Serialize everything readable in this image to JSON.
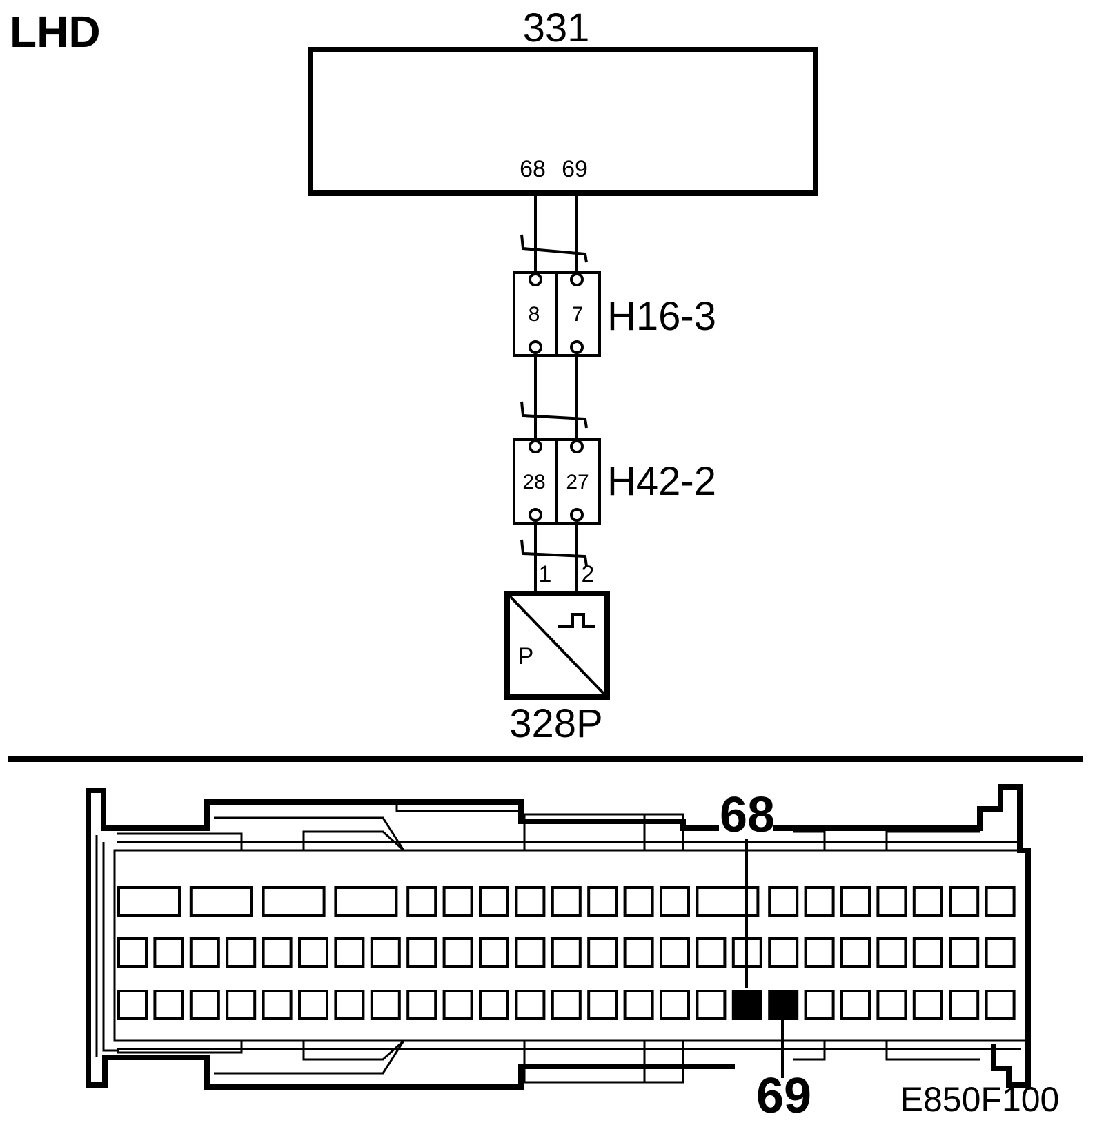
{
  "variant_label": "LHD",
  "control_module": {
    "id": "331",
    "pins": [
      "68",
      "69"
    ]
  },
  "connectors": [
    {
      "id": "H16-3",
      "pins": [
        "8",
        "7"
      ]
    },
    {
      "id": "H42-2",
      "pins": [
        "28",
        "27"
      ]
    }
  ],
  "sensor": {
    "id": "328P",
    "symbol": "P",
    "pins": [
      "1",
      "2"
    ]
  },
  "connector_face": {
    "highlighted_pins": {
      "upper": "68",
      "lower": "69"
    },
    "rows": 3,
    "columns": 25
  },
  "figure_code": "E850F100"
}
